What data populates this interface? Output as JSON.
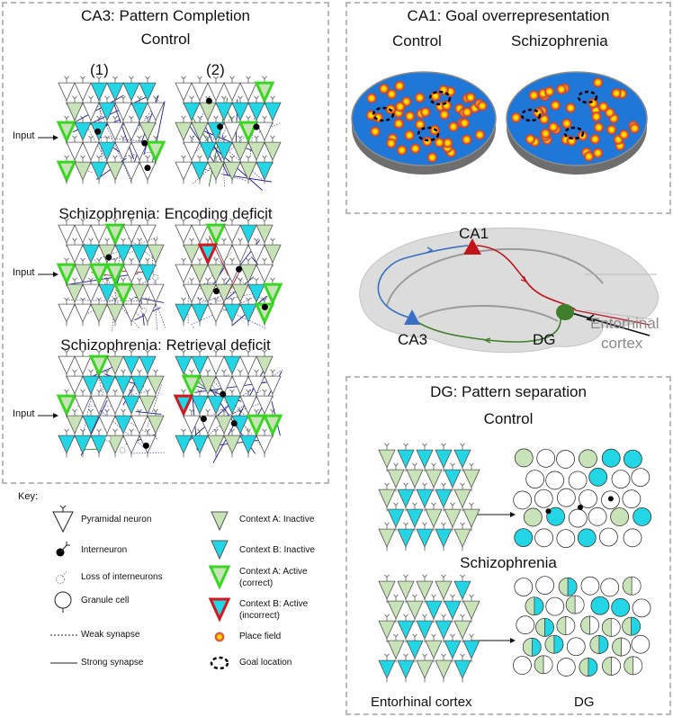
{
  "ca3": {
    "title": "CA3: Pattern Completion",
    "control": "Control",
    "col1": "(1)",
    "col2": "(2)",
    "encoding": "Schizophrenia: Encoding deficit",
    "retrieval": "Schizophrenia: Retrieval deficit",
    "input": "Input"
  },
  "ca1": {
    "title": "CA1: Goal overrepresentation",
    "control": "Control",
    "schizophrenia": "Schizophrenia"
  },
  "brain": {
    "ca1": "CA1",
    "ca3": "CA3",
    "dg": "DG",
    "entorhinal1": "Entorhinal",
    "entorhinal2": "cortex"
  },
  "dg": {
    "title": "DG: Pattern separation",
    "control": "Control",
    "schizophrenia": "Schizophrenia",
    "entorhinal": "Entorhinal cortex",
    "dg": "DG"
  },
  "key": {
    "title": "Key:",
    "pyramidal": "Pyramidal neuron",
    "interneuron": "Interneuron",
    "loss": "Loss of interneurons",
    "granule": "Granule cell",
    "weak": "Weak synapse",
    "strong": "Strong synapse",
    "ctxA_inactive": "Context A: Inactive",
    "ctxB_inactive": "Context B: Inactive",
    "ctxA_active_1": "Context A: Active",
    "ctxA_active_2": "(correct)",
    "ctxB_active_1": "Context B: Active",
    "ctxB_active_2": "(incorrect)",
    "place_field": "Place field",
    "goal": "Goal location"
  },
  "colors": {
    "cyan": "#22d6e6",
    "green_fill": "#c9e3b8",
    "green_active": "#39d622",
    "red_active": "#d4161d",
    "arena_blue": "#1f78d8",
    "brain_gray": "#d9d9d9",
    "ca1_red": "#c0141b",
    "ca3_blue": "#3a6fc4",
    "dg_green": "#3f7f2b"
  }
}
